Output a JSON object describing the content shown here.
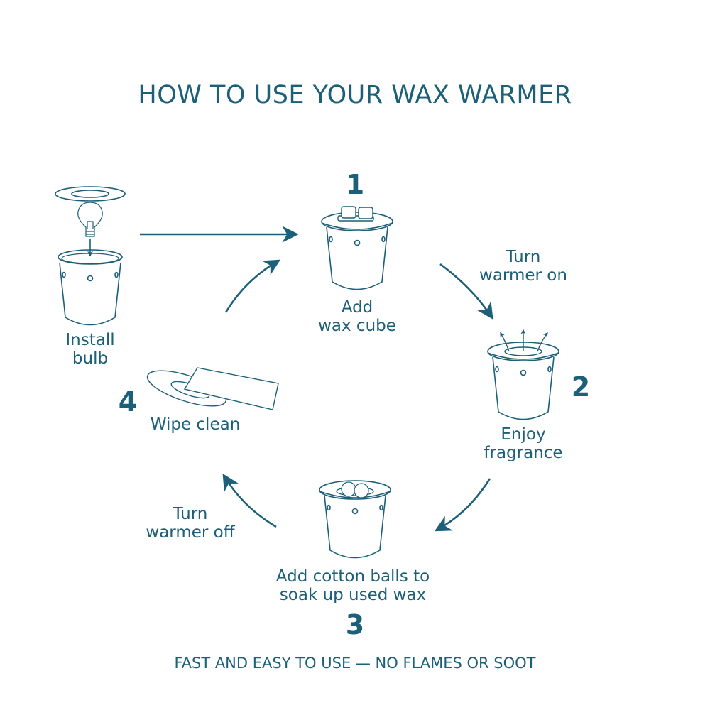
{
  "title": "HOW TO USE YOUR WAX WARMER",
  "install": {
    "line1": "Install",
    "line2": "bulb"
  },
  "step1": {
    "number": "1",
    "line1": "Add",
    "line2": "wax cube"
  },
  "transition_on": {
    "line1": "Turn",
    "line2": "warmer on"
  },
  "step2": {
    "number": "2",
    "line1": "Enjoy",
    "line2": "fragrance"
  },
  "step3": {
    "number": "3",
    "line1": "Add cotton balls to",
    "line2": "soak up used wax"
  },
  "transition_off": {
    "line1": "Turn",
    "line2": "warmer off"
  },
  "step4": {
    "number": "4",
    "line1": "Wipe clean"
  },
  "footer": "FAST AND EASY TO USE — NO FLAMES OR SOOT",
  "colors": {
    "accent": "#1b5f78"
  }
}
